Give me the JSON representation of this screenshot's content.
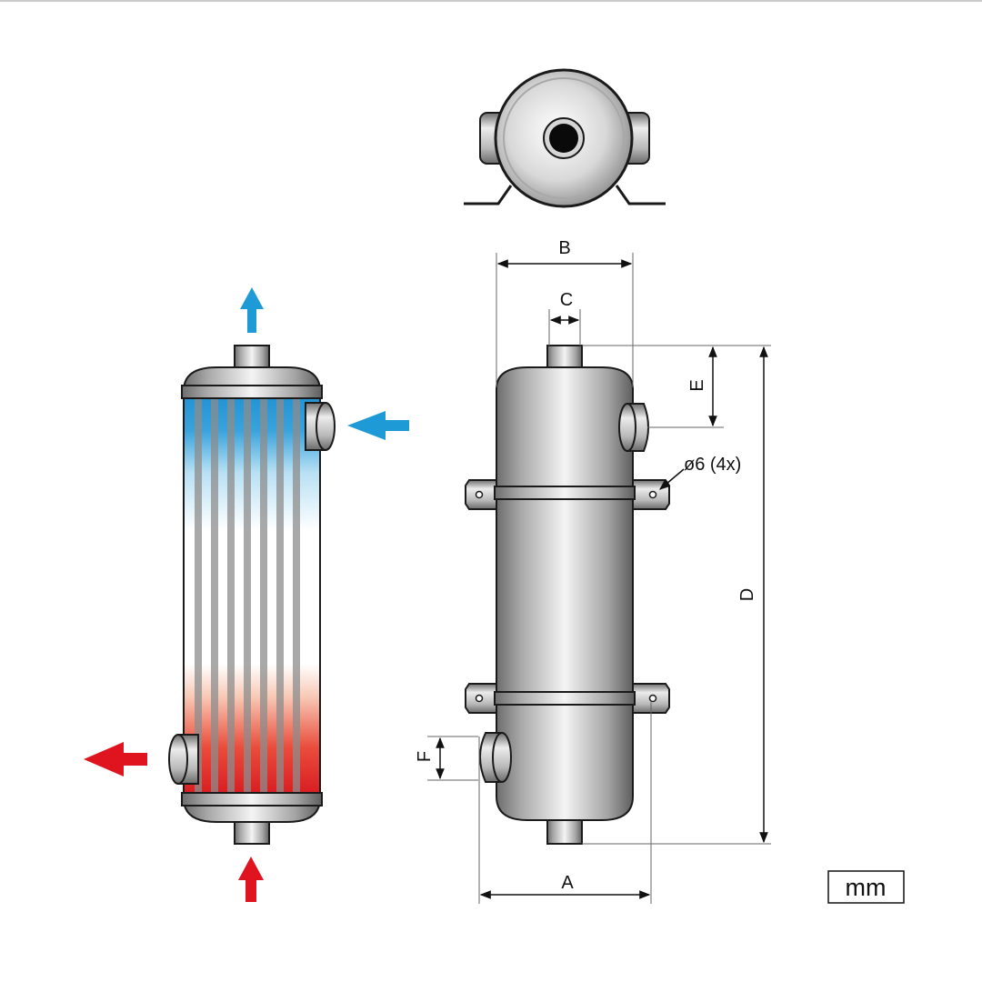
{
  "labels": {
    "A": "A",
    "B": "B",
    "C": "C",
    "D": "D",
    "E": "E",
    "F": "F",
    "hole": "ø6 (4x)",
    "unit": "mm"
  },
  "colors": {
    "cold": "#1e9ad6",
    "hot": "#e0141e",
    "outline": "#1a1a1a"
  },
  "icons": {
    "cold_out": "arrow-up",
    "cold_in": "arrow-left",
    "hot_out": "arrow-left",
    "hot_in": "arrow-up"
  }
}
